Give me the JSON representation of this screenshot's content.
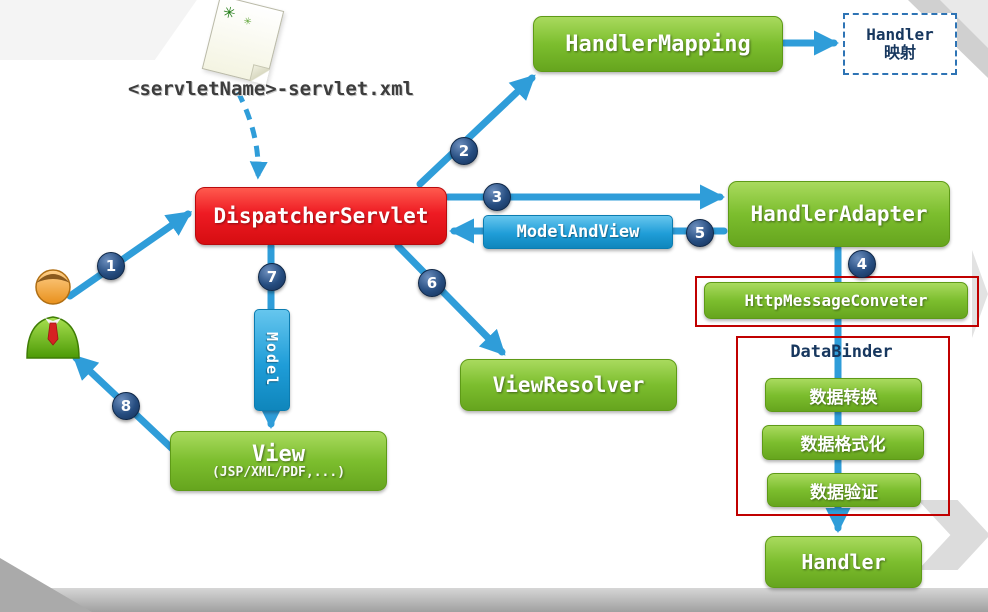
{
  "config_file": {
    "label": "<servletName>-servlet.xml"
  },
  "nodes": {
    "handler_mapping": {
      "label": "HandlerMapping"
    },
    "handler_annotation": {
      "line1": "Handler",
      "line2": "映射"
    },
    "dispatcher_servlet": {
      "label": "DispatcherServlet"
    },
    "handler_adapter": {
      "label": "HandlerAdapter"
    },
    "model_and_view": {
      "label": "ModelAndView"
    },
    "http_message_converter": {
      "label": "HttpMessageConveter"
    },
    "data_binder": {
      "title": "DataBinder",
      "items": [
        "数据转换",
        "数据格式化",
        "数据验证"
      ]
    },
    "handler": {
      "label": "Handler"
    },
    "view_resolver": {
      "label": "ViewResolver"
    },
    "view": {
      "label": "View",
      "sublabel": "(JSP/XML/PDF,...)"
    },
    "model": {
      "label": "Model"
    }
  },
  "steps": [
    "1",
    "2",
    "3",
    "4",
    "5",
    "6",
    "7",
    "8"
  ],
  "colors": {
    "green": "#7cbe2e",
    "red": "#ee1b23",
    "blue": "#1f9dd8",
    "navy": "#17375e",
    "highlight_red": "#c00000",
    "arrow": "#2f9dd9"
  }
}
